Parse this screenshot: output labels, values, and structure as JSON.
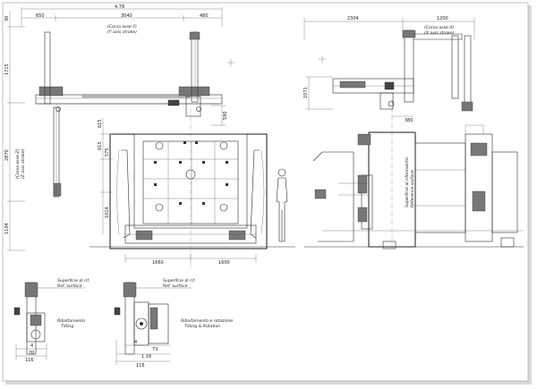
{
  "front_view": {
    "top_width": "4.78",
    "seg_left": "650",
    "seg_mid": "3040",
    "seg_right": "480",
    "x_stroke_it": "(Corsa asse Y)",
    "x_stroke_en": "(Y axis stroke)",
    "h_left_top": "30",
    "h_left_total": "1715",
    "h_main": "2870",
    "h_lower": "1104",
    "v_stroke_it": "(Corsa asse Z)",
    "v_stroke_en": "(Z axis stroke)",
    "drop": "590",
    "dim_615a": "615",
    "dim_575": "575",
    "dim_615b": "615",
    "dim_1014": "1014",
    "bottom_left": "1660",
    "bottom_right": "1600"
  },
  "side_view": {
    "seg_left": "2304",
    "seg_right": "1200",
    "stroke_it": "(Corsa asse X)",
    "stroke_en": "(X axis stroke)",
    "h_1071": "1071",
    "offset": "380",
    "ref_it": "Superficie di riferimento",
    "ref_en": "Reference surface"
  },
  "detail_left": {
    "surf_it": "Superficie di rif.",
    "surf_en": "Ref. surface",
    "caption_it": "Ribaltamento",
    "caption_en": "Tilting",
    "dim_a": "4",
    "dim_b": "70",
    "dim_c": "116"
  },
  "detail_right": {
    "surf_it": "Superficie di rif.",
    "surf_en": "Ref. surface",
    "caption_it": "Ribaltamento e rotazione",
    "caption_en": "Tilting & Rotation",
    "dim_a": "4",
    "dim_b": "73",
    "dim_c": "1.16",
    "dim_d": "116"
  }
}
